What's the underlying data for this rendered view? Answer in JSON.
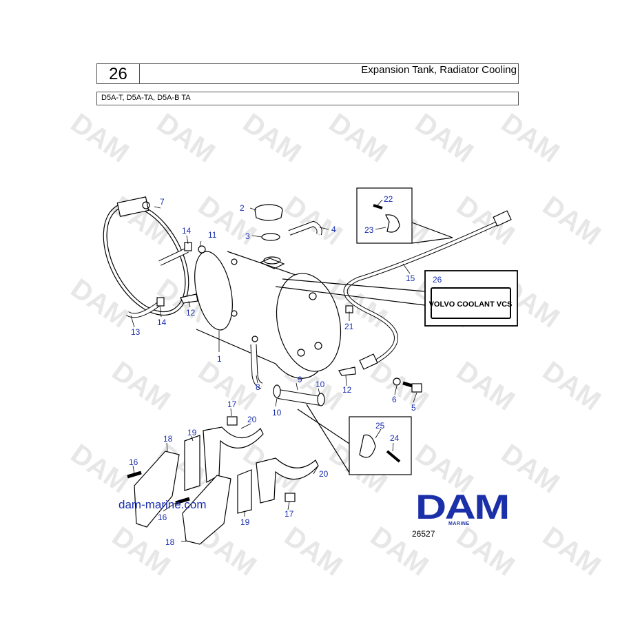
{
  "header": {
    "section_number": "26",
    "title": "Expansion Tank, Radiator Cooling",
    "models": "D5A-T, D5A-TA, D5A-B TA"
  },
  "decal_text": "VOLVO COOLANT VCS",
  "watermark_text": "DAM",
  "website": "dam-marine.com",
  "logo": {
    "name": "DAM",
    "sub": "MARINE",
    "color": "#1a2fa8"
  },
  "figure_number": "26527",
  "callouts": [
    {
      "id": "c1",
      "label": "1"
    },
    {
      "id": "c2",
      "label": "2"
    },
    {
      "id": "c3",
      "label": "3"
    },
    {
      "id": "c4",
      "label": "4"
    },
    {
      "id": "c5",
      "label": "5"
    },
    {
      "id": "c6",
      "label": "6"
    },
    {
      "id": "c7",
      "label": "7"
    },
    {
      "id": "c8",
      "label": "8"
    },
    {
      "id": "c9",
      "label": "9"
    },
    {
      "id": "c10a",
      "label": "10"
    },
    {
      "id": "c10b",
      "label": "10"
    },
    {
      "id": "c11",
      "label": "11"
    },
    {
      "id": "c12a",
      "label": "12"
    },
    {
      "id": "c12b",
      "label": "12"
    },
    {
      "id": "c13",
      "label": "13"
    },
    {
      "id": "c14a",
      "label": "14"
    },
    {
      "id": "c14b",
      "label": "14"
    },
    {
      "id": "c15",
      "label": "15"
    },
    {
      "id": "c16a",
      "label": "16"
    },
    {
      "id": "c16b",
      "label": "16"
    },
    {
      "id": "c17a",
      "label": "17"
    },
    {
      "id": "c17b",
      "label": "17"
    },
    {
      "id": "c18a",
      "label": "18"
    },
    {
      "id": "c18b",
      "label": "18"
    },
    {
      "id": "c19a",
      "label": "19"
    },
    {
      "id": "c19b",
      "label": "19"
    },
    {
      "id": "c20a",
      "label": "20"
    },
    {
      "id": "c20b",
      "label": "20"
    },
    {
      "id": "c21",
      "label": "21"
    },
    {
      "id": "c22",
      "label": "22"
    },
    {
      "id": "c23",
      "label": "23"
    },
    {
      "id": "c24",
      "label": "24"
    },
    {
      "id": "c25",
      "label": "25"
    },
    {
      "id": "c26",
      "label": "26"
    }
  ],
  "colors": {
    "callout": "#1a2fb0",
    "line": "#000000",
    "watermark": "#e6e6e6"
  }
}
